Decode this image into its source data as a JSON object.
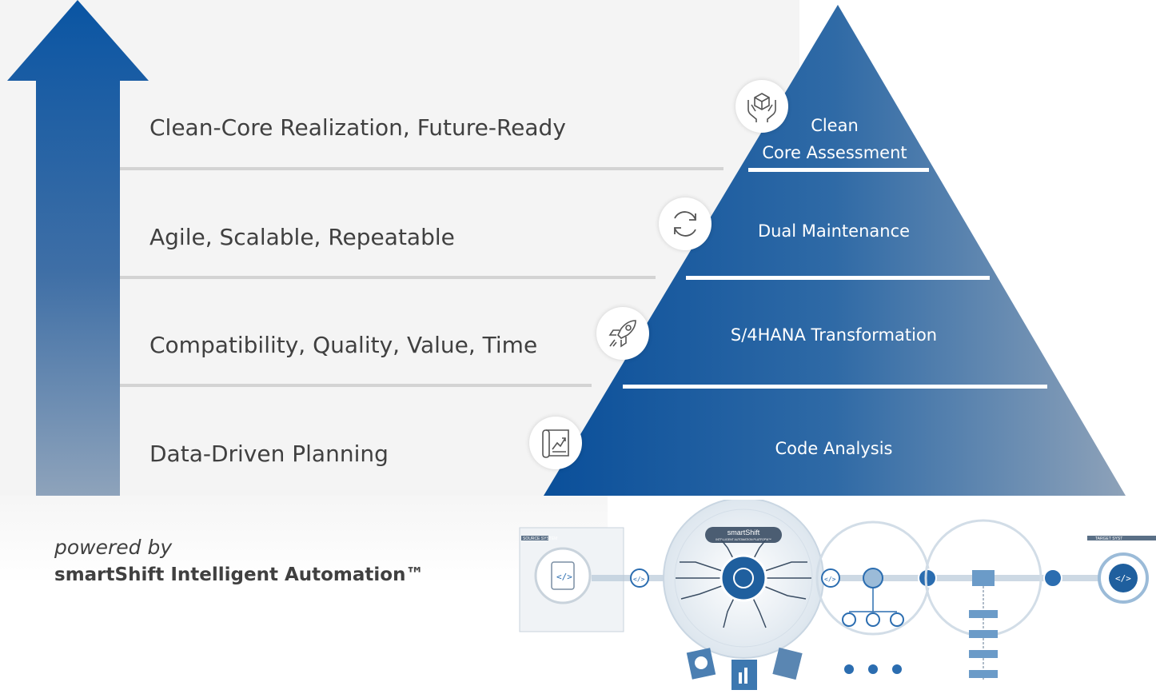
{
  "colors": {
    "dark_blue": "#0a4f9a",
    "mid_blue": "#2d6aa8",
    "slate": "#8aa0b8",
    "panel_gray": "#f4f4f4",
    "text": "#404040"
  },
  "levels": [
    {
      "text": "Clean-Core Realization, Future-Ready"
    },
    {
      "text": "Agile, Scalable, Repeatable"
    },
    {
      "text": "Compatibility, Quality, Value, Time"
    },
    {
      "text": "Data-Driven Planning"
    }
  ],
  "pyramid": {
    "tiers": [
      {
        "label_line1": "Clean",
        "label_line2": "Core Assessment",
        "icon": "hands-cube-icon"
      },
      {
        "label": "Dual Maintenance",
        "icon": "refresh-icon"
      },
      {
        "label": "S/4HANA Transformation",
        "icon": "rocket-icon"
      },
      {
        "label": "Code Analysis",
        "icon": "blueprint-chart-icon"
      }
    ]
  },
  "powered": {
    "prefix": "powered by",
    "name": "smartShift Intelligent Automation™"
  },
  "platform": {
    "hub_title": "smartShift",
    "hub_subtitle": "INTELLIGENT AUTOMATION PLATFORM™",
    "source_label": "SOURCE SYSTEM",
    "target_label": "TARGET SYST"
  }
}
